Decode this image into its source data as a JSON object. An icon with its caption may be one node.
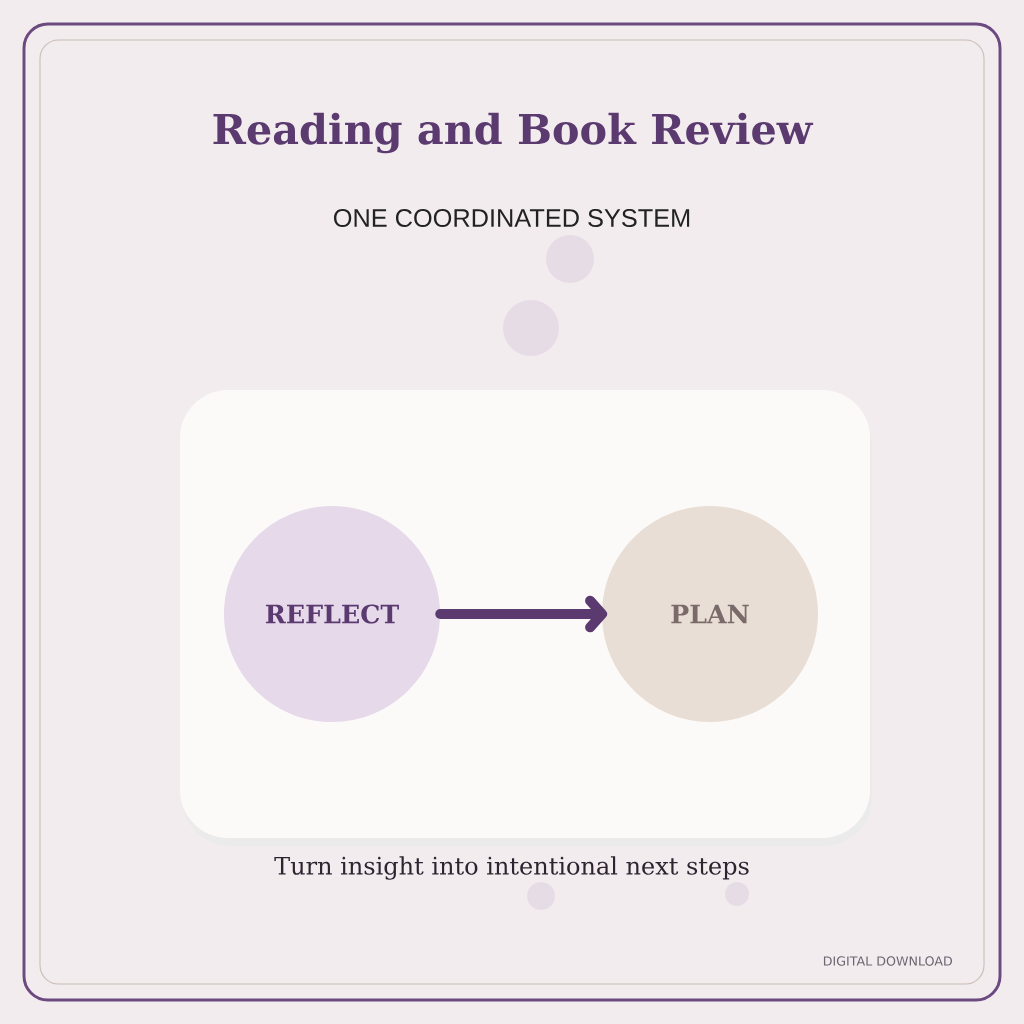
{
  "diagram": {
    "title": "Reading and Book Review",
    "caption": "Turn insight into intentional next steps",
    "nodes": [
      {
        "text": [],
        "shape": "box"
      },
      {
        "text": [
          "REFLECT"
        ],
        "in": 0
      },
      {
        "text": [
          "PLAN"
        ],
        "in": 0
      }
    ],
    "edges": [
      {
        "from": 1,
        "to": 2,
        "arrow": "to"
      }
    ],
    "labels": [
      "ONE COORDINATED SYSTEM",
      "DIGITAL DOWNLOAD"
    ]
  }
}
